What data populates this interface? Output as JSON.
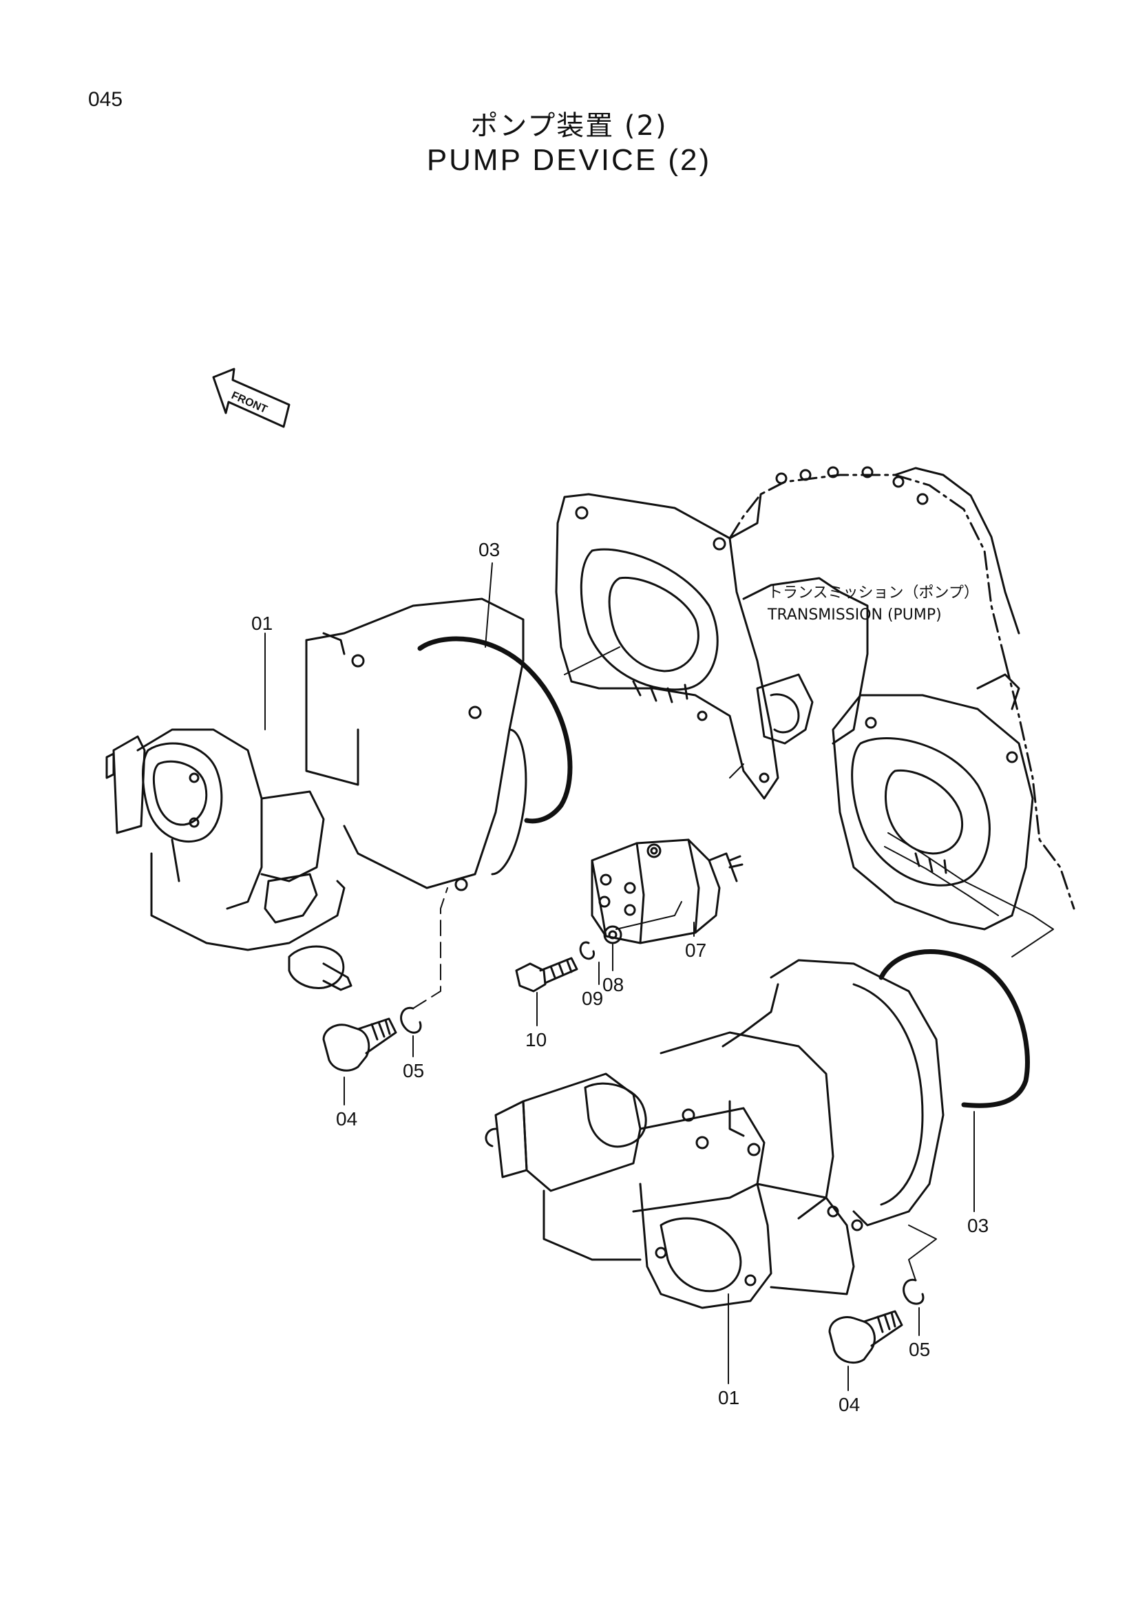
{
  "page_number": "045",
  "title_jp": "ポンプ装置 (2)",
  "title_en": "PUMP DEVICE (2)",
  "front_label": "FRONT",
  "transmission_label_jp": "トランスミッション（ポンプ）",
  "transmission_label_en": "TRANSMISSION (PUMP)",
  "callouts": {
    "upper_pump": "01",
    "upper_oring": "03",
    "upper_bolt": "04",
    "upper_washer": "05",
    "small_pump": "07",
    "small_washer_08": "08",
    "small_washer_09": "09",
    "small_bolt": "10",
    "lower_pump": "01",
    "lower_oring": "03",
    "lower_bolt": "04",
    "lower_washer": "05"
  }
}
